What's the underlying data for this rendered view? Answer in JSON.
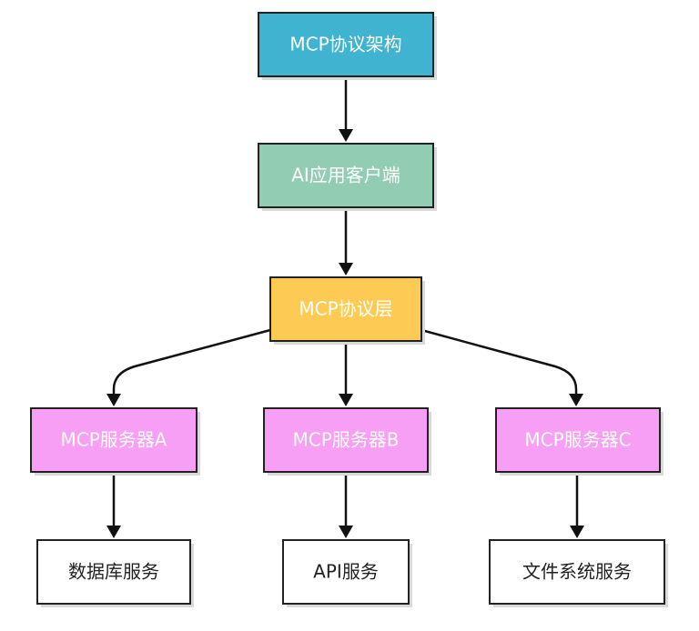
{
  "diagram": {
    "type": "flowchart",
    "nodes": [
      {
        "id": "arch",
        "label": "MCP协议架构",
        "fill": "#3fb3cf",
        "text_color": "#ffffff"
      },
      {
        "id": "client",
        "label": "AI应用客户端",
        "fill": "#92cdb3",
        "text_color": "#ffffff"
      },
      {
        "id": "layer",
        "label": "MCP协议层",
        "fill": "#fdcb54",
        "text_color": "#ffffff"
      },
      {
        "id": "serverA",
        "label": "MCP服务器A",
        "fill": "#f79ef5",
        "text_color": "#ffffff"
      },
      {
        "id": "serverB",
        "label": "MCP服务器B",
        "fill": "#f79ef5",
        "text_color": "#ffffff"
      },
      {
        "id": "serverC",
        "label": "MCP服务器C",
        "fill": "#f79ef5",
        "text_color": "#ffffff"
      },
      {
        "id": "db",
        "label": "数据库服务",
        "fill": "#ffffff",
        "text_color": "#222222"
      },
      {
        "id": "api",
        "label": "API服务",
        "fill": "#ffffff",
        "text_color": "#222222"
      },
      {
        "id": "fs",
        "label": "文件系统服务",
        "fill": "#ffffff",
        "text_color": "#222222"
      }
    ],
    "edges": [
      {
        "from": "arch",
        "to": "client"
      },
      {
        "from": "client",
        "to": "layer"
      },
      {
        "from": "layer",
        "to": "serverA"
      },
      {
        "from": "layer",
        "to": "serverB"
      },
      {
        "from": "layer",
        "to": "serverC"
      },
      {
        "from": "serverA",
        "to": "db"
      },
      {
        "from": "serverB",
        "to": "api"
      },
      {
        "from": "serverC",
        "to": "fs"
      }
    ]
  }
}
